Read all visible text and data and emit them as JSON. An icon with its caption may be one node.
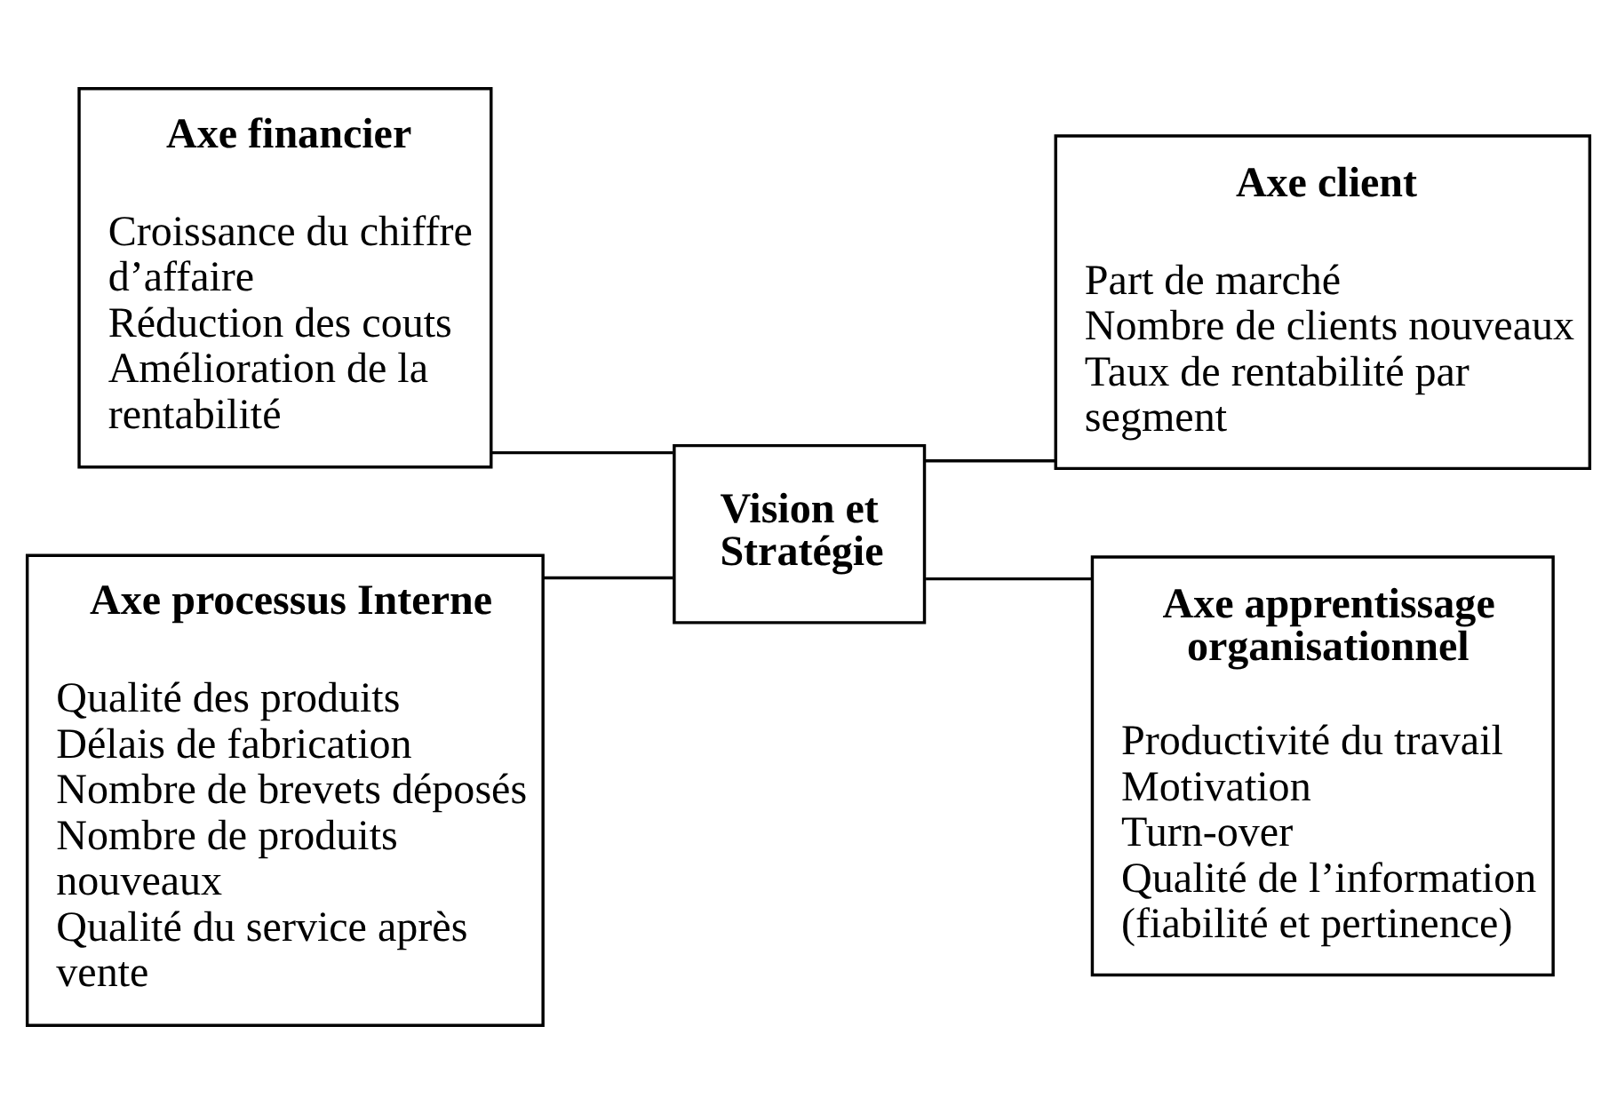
{
  "diagram": {
    "nodes": [
      {
        "text": [
          "Axe financier",
          "Croissance du chiffre d’affaire",
          "Réduction des couts",
          "Amélioration de la rentabilité"
        ]
      },
      {
        "text": [
          "Axe client",
          "Part de marché",
          "Nombre de clients nouveaux",
          "Taux de rentabilité par segment"
        ]
      },
      {
        "text": [
          "Axe processus Interne",
          "Qualité des produits",
          "Délais de fabrication",
          "Nombre de brevets déposés",
          "Nombre de produits nouveaux",
          "Qualité du service après vente"
        ]
      },
      {
        "text": [
          "Vision et Stratégie"
        ]
      },
      {
        "text": [
          "Axe apprentissage organisationnel",
          "Productivité du travail",
          "Motivation",
          "Turn-over",
          "Qualité de l’information (fiabilité et pertinence)"
        ]
      }
    ],
    "edges": [
      {
        "from": 0,
        "to": 3,
        "arrow": "none"
      },
      {
        "from": 1,
        "to": 3,
        "arrow": "none"
      },
      {
        "from": 2,
        "to": 3,
        "arrow": "none"
      },
      {
        "from": 4,
        "to": 3,
        "arrow": "none"
      }
    ]
  }
}
